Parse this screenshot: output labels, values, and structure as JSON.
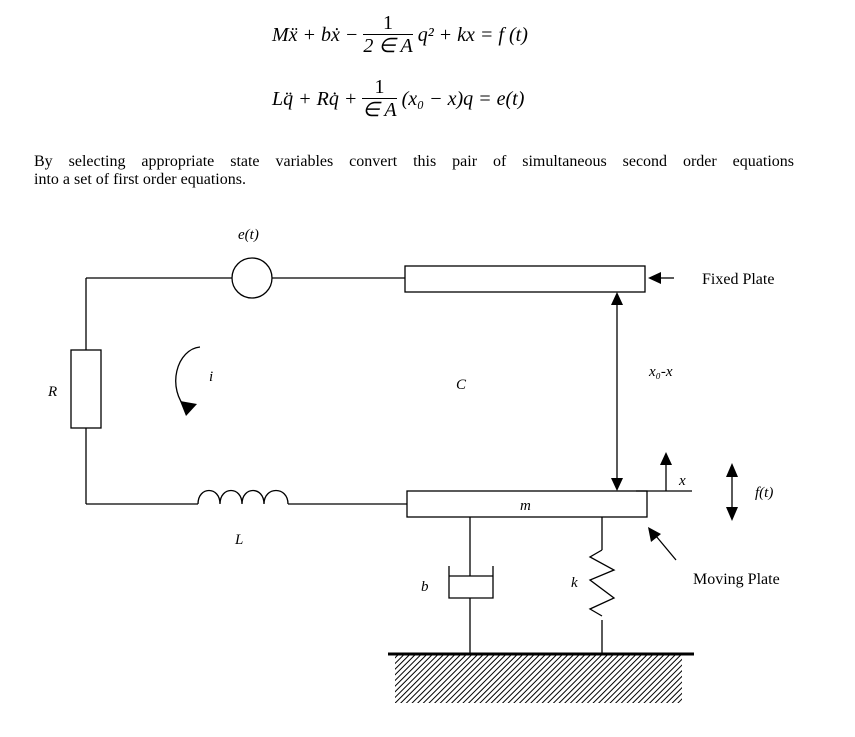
{
  "equations": {
    "eq1": {
      "lhs_start": "Mẍ + bẋ −",
      "frac_num": "1",
      "frac_den": "2 ∈ A",
      "rest": "q² + kx = f (t)"
    },
    "eq2": {
      "lhs_start": "Lq̈ + Rq̇ +",
      "frac_num": "1",
      "frac_den": "∈ A",
      "rest": "(x₀ − x)q = e(t)"
    }
  },
  "paragraph": {
    "line1": "By selecting appropriate state variables convert this pair of simultaneous second order equations",
    "line2": "into a set of first order equations."
  },
  "diagram": {
    "labels": {
      "source": "e(t)",
      "resistor": "R",
      "current": "i",
      "capacitor": "C",
      "gap": "x₀-x",
      "inductor": "L",
      "mass": "m",
      "displacement": "x",
      "force": "f(t)",
      "damper": "b",
      "spring": "k",
      "fixed_plate": "Fixed Plate",
      "moving_plate": "Moving Plate"
    }
  }
}
